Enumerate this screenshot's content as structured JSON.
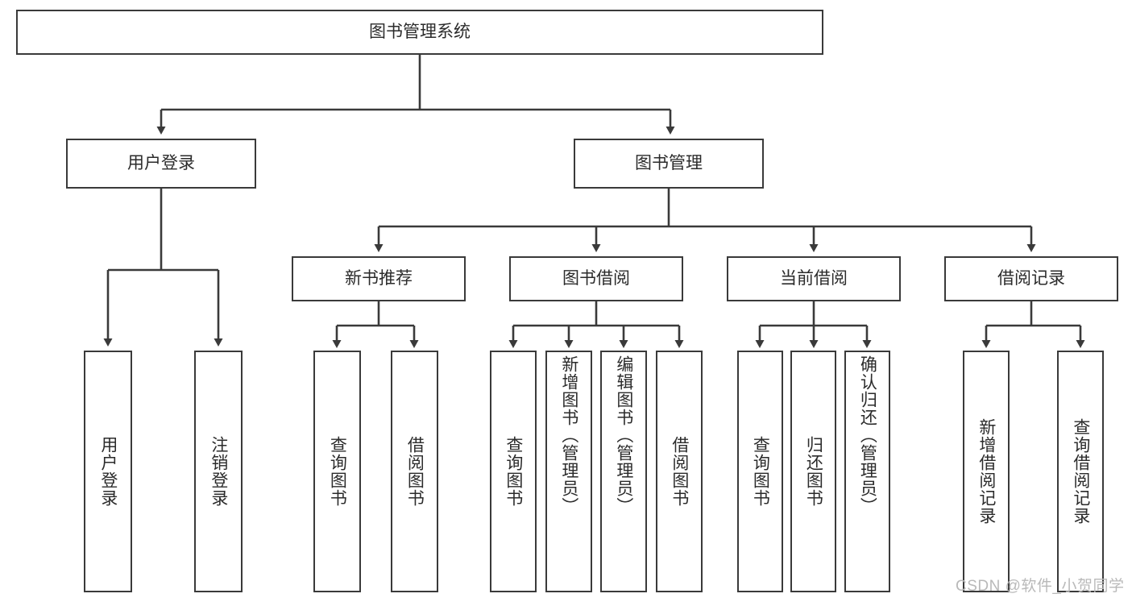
{
  "diagram": {
    "type": "tree-hierarchy-chart",
    "title": "图书管理系统",
    "line_color": "#3a3a3a",
    "box_fill": "#ffffff",
    "text_color": "#2b2b2b",
    "root": {
      "label": "图书管理系统"
    },
    "level1": [
      {
        "label": "用户登录"
      },
      {
        "label": "图书管理"
      }
    ],
    "level2": [
      {
        "label": "新书推荐"
      },
      {
        "label": "图书借阅"
      },
      {
        "label": "当前借阅"
      },
      {
        "label": "借阅记录"
      }
    ],
    "leaves": {
      "user_login": [
        {
          "label": "用户登录"
        },
        {
          "label": "注销登录"
        }
      ],
      "new_book_recommend": [
        {
          "label": "查询图书"
        },
        {
          "label": "借阅图书"
        }
      ],
      "book_borrow": [
        {
          "label": "查询图书"
        },
        {
          "label": "新增图书（管理员）"
        },
        {
          "label": "编辑图书（管理员）"
        },
        {
          "label": "借阅图书"
        }
      ],
      "current_borrow": [
        {
          "label": "查询图书"
        },
        {
          "label": "归还图书"
        },
        {
          "label": "确认归还（管理员）"
        }
      ],
      "borrow_records": [
        {
          "label": "新增借阅记录"
        },
        {
          "label": "查询借阅记录"
        }
      ]
    }
  },
  "watermark": {
    "text": "CSDN @软件_小贺同学"
  }
}
